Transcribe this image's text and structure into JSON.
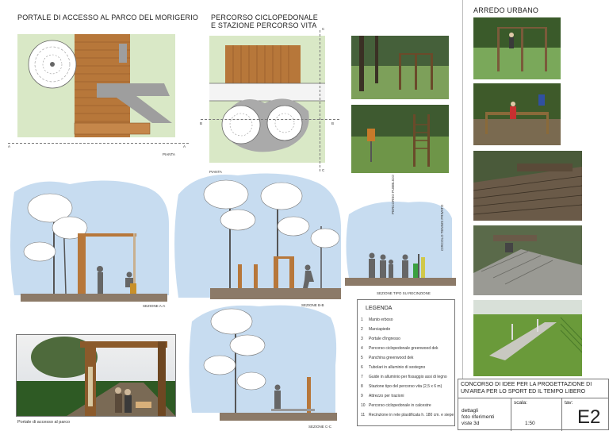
{
  "titles": {
    "portale": "PORTALE DI ACCESSO AL PARCO DEL MORIGERIO",
    "percorso_line1": "PERCORSO CICLOPEDONALE",
    "percorso_line2": "E STAZIONE PERCORSO VITA",
    "arredo": "ARREDO URBANO"
  },
  "plan_labels": {
    "pianta1": "PIANTA",
    "pianta2": "PIANTA",
    "a_left": "A",
    "a_right": "A",
    "b_left": "B",
    "b_right": "B",
    "c_top": "C",
    "c_bottom": "C"
  },
  "section_labels": {
    "aa": "SEZIONE A-A",
    "bb": "SEZIONE B-B",
    "cc": "SEZIONE C-C",
    "tipo": "SEZIONE TIPO SU RECINZIONE",
    "percorso_pubblico": "PERCORSO PUBBLICO",
    "circolo_tennis": "CIRCOLO TENNIS PRIVATO"
  },
  "render_caption": "Portale di accesso al parco",
  "legend": {
    "title": "LEGENDA",
    "items": [
      {
        "n": "1",
        "text": "Manto erboso"
      },
      {
        "n": "2",
        "text": "Marciapiede"
      },
      {
        "n": "3",
        "text": "Portale d'ingresso"
      },
      {
        "n": "4",
        "text": "Percorso ciclopedonale greenwood dek"
      },
      {
        "n": "5",
        "text": "Panchina greenwood dek"
      },
      {
        "n": "6",
        "text": "Tubolari in alluminio di sostegno"
      },
      {
        "n": "7",
        "text": "Guide in alluminio per fissaggio assi di legno"
      },
      {
        "n": "8",
        "text": "Stazione tipo del percorso vita (2,5 x 6 m)"
      },
      {
        "n": "9",
        "text": "Attrezzo per trazioni"
      },
      {
        "n": "10",
        "text": "Percorso ciclopedonale in calcestre"
      },
      {
        "n": "11",
        "text": "Recinzione in rete plastificata h. 180 cm. e siepe"
      }
    ]
  },
  "title_block": {
    "concorso_line1": "CONCORSO DI IDEE PER LA PROGETTAZIONE DI",
    "concorso_line2": "UN'AREA PER LO SPORT ED IL TEMPO LIBERO",
    "contents_line1": "dettagli",
    "contents_line2": "foto riferimenti",
    "contents_line3": "viste 3d",
    "scala_label": "scala:",
    "scala_value": "1:50",
    "tav_label": "tav:",
    "tav_value": "E2"
  },
  "colors": {
    "grass": "#d9e8c6",
    "wood": "#b7773a",
    "sky": "#c7dcf0",
    "ground": "#8c7a68"
  }
}
